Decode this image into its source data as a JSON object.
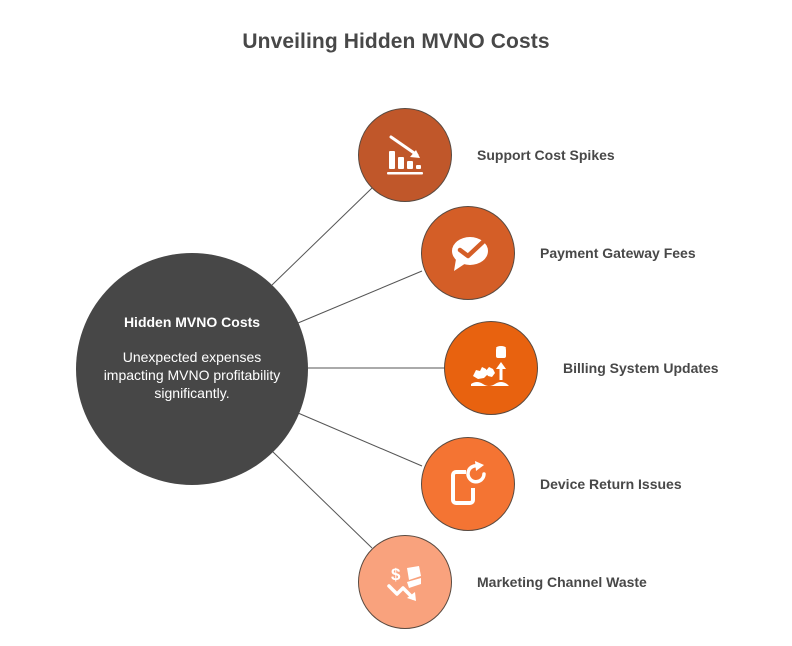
{
  "title": "Unveiling Hidden MVNO Costs",
  "hub": {
    "title": "Hidden MVNO Costs",
    "description": "Unexpected expenses impacting MVNO profitability significantly.",
    "color": "#474747"
  },
  "nodes": [
    {
      "label": "Support Cost Spikes",
      "icon": "declining-bar-chart-icon",
      "color": "#C0572A"
    },
    {
      "label": "Payment Gateway Fees",
      "icon": "chat-checkmark-icon",
      "color": "#D45E27"
    },
    {
      "label": "Billing System Updates",
      "icon": "gears-upgrade-database-icon",
      "color": "#E8620F"
    },
    {
      "label": "Device Return Issues",
      "icon": "phone-refresh-icon",
      "color": "#F47433"
    },
    {
      "label": "Marketing Channel Waste",
      "icon": "money-loss-icon",
      "color": "#F9A27D"
    }
  ]
}
